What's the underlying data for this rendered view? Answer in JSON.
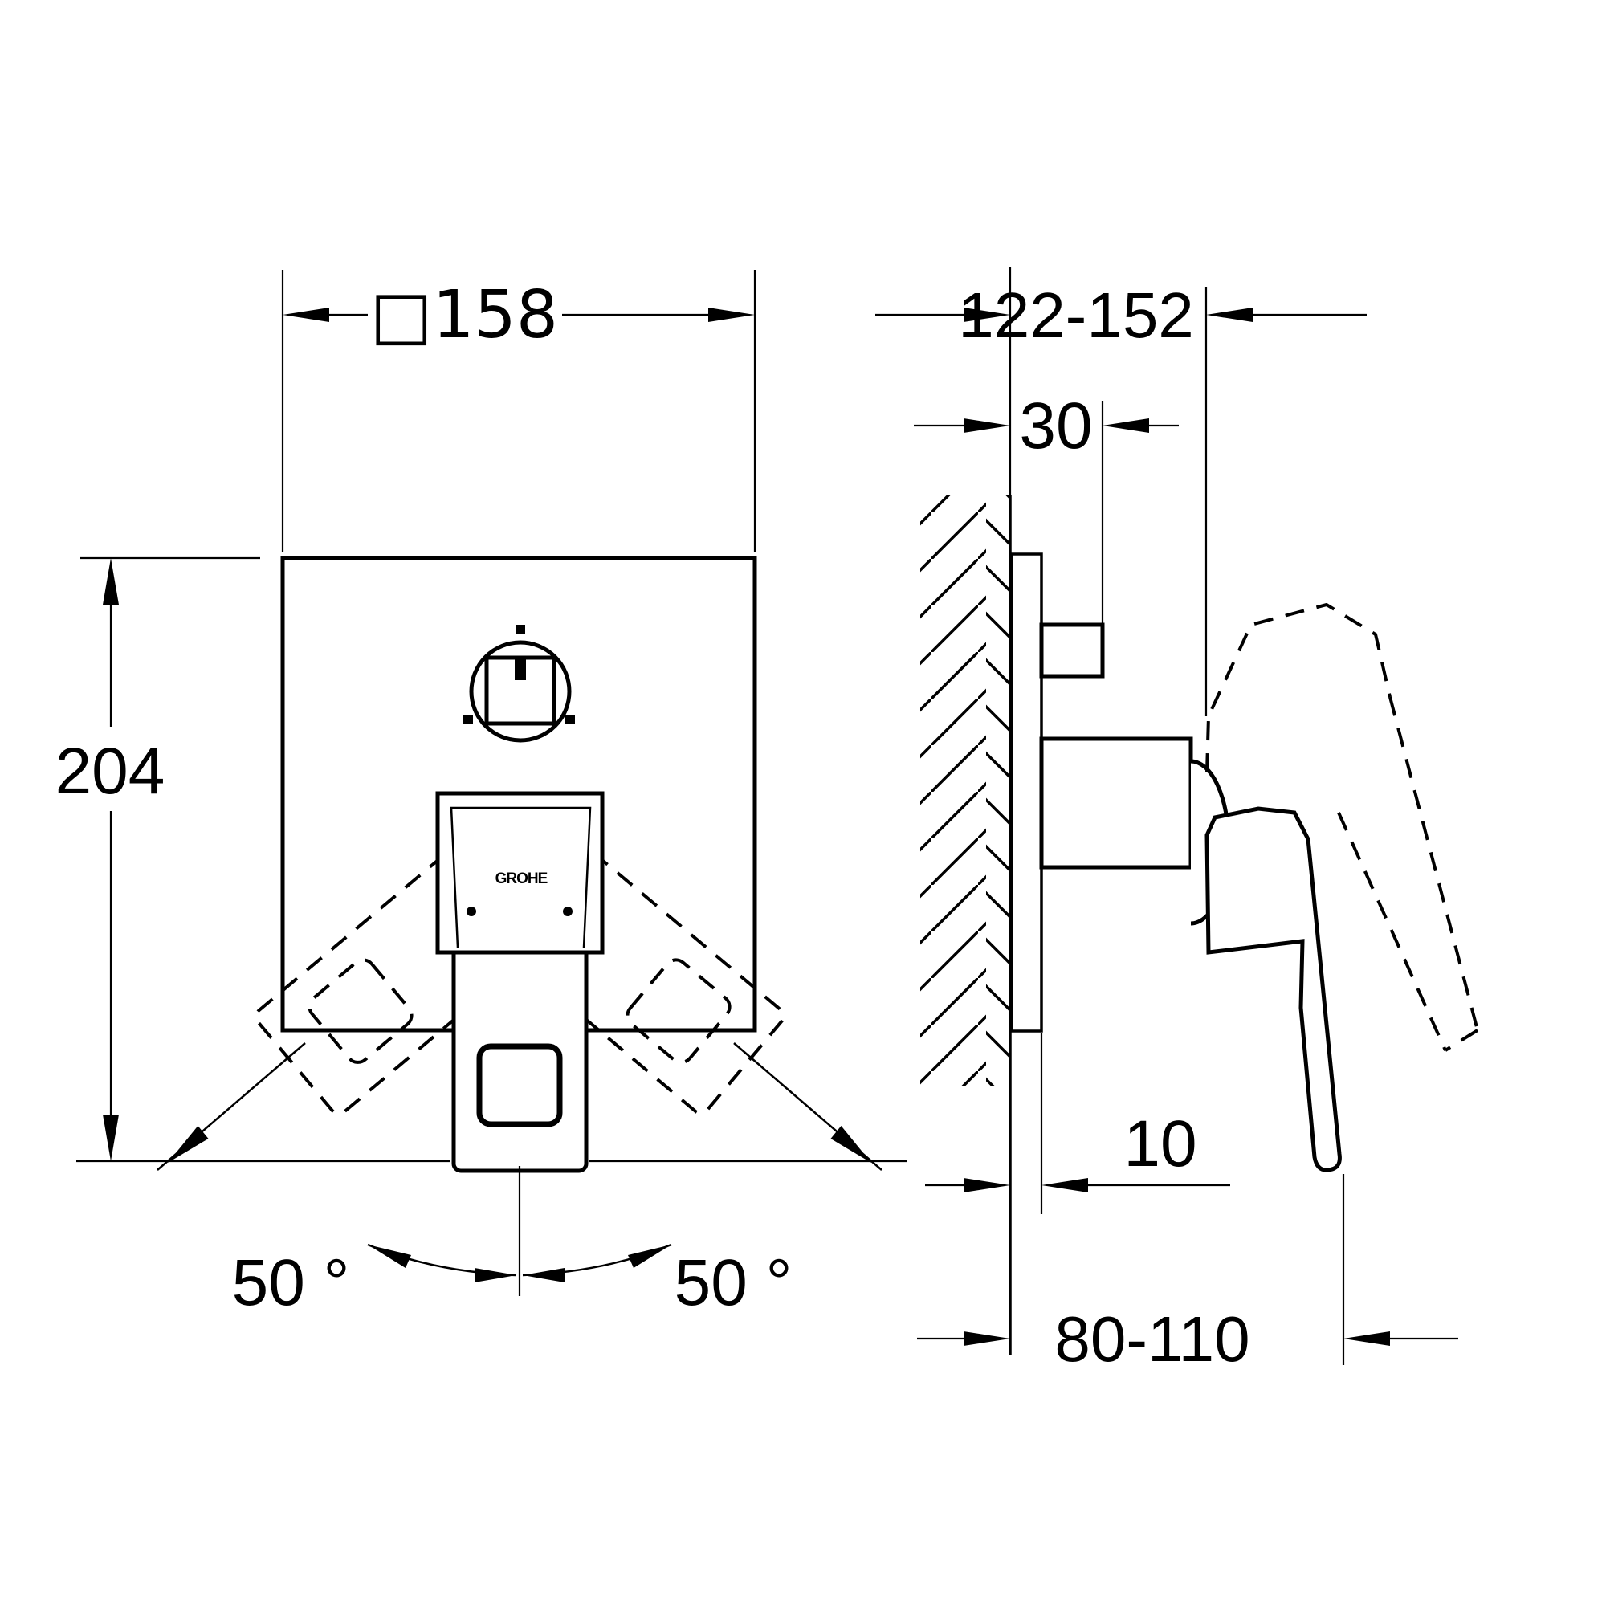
{
  "page": {
    "background_color": "#ffffff",
    "line_color": "#000000",
    "description": "Technical installation drawing, concealed single-lever mixer trim, front and side views"
  },
  "front_view": {
    "width_dimension": "□158",
    "height_dimension": "204",
    "swing_angle_left": "50 °",
    "swing_angle_right": "50 °",
    "lever_logo": "GROHE"
  },
  "side_view": {
    "wall_to_lever_front_range": "122-152",
    "knob_projection": "30",
    "plate_projection": "10",
    "lever_reach_range": "80-110"
  }
}
